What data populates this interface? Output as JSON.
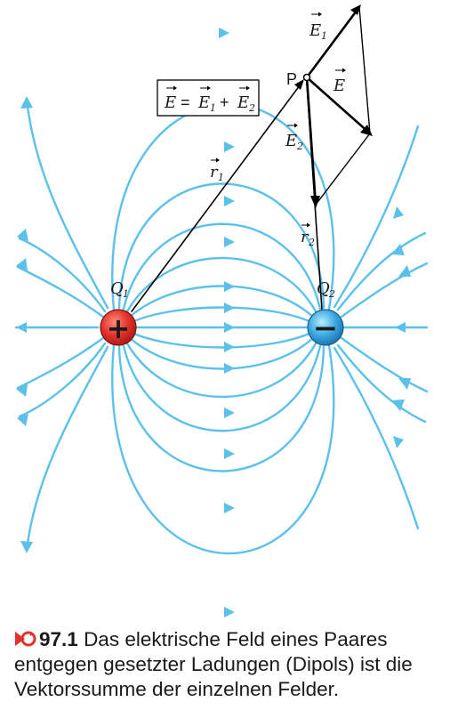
{
  "figure": {
    "charge_pos_name": "Q",
    "charge_pos_sub": "1",
    "charge_pos_sign": "+",
    "charge_neg_name": "Q",
    "charge_neg_sub": "2",
    "charge_neg_sign": "−",
    "point_label": "P",
    "vector_E": "E",
    "vector_E1": "E",
    "vector_E1_sub": "1",
    "vector_E2": "E",
    "vector_E2_sub": "2",
    "vector_r1": "r",
    "vector_r1_sub": "1",
    "vector_r2": "r",
    "vector_r2_sub": "2",
    "formula_lhs": "E",
    "formula_eq": "=",
    "formula_t1": "E",
    "formula_t1_sub": "1",
    "formula_plus": "+",
    "formula_t2": "E",
    "formula_t2_sub": "2",
    "colors": {
      "field_line": "#5cc1ea",
      "positive_charge": "#e3312b",
      "negative_charge": "#3aa8e0",
      "caption_icon": "#e3312b"
    }
  },
  "caption": {
    "icon": "play-circle-icon",
    "number": "97.1",
    "text": "Das elektrische Feld eines Paares entgegen gesetzter Ladungen (Dipols) ist die Vektorssumme der einzelnen Felder."
  }
}
